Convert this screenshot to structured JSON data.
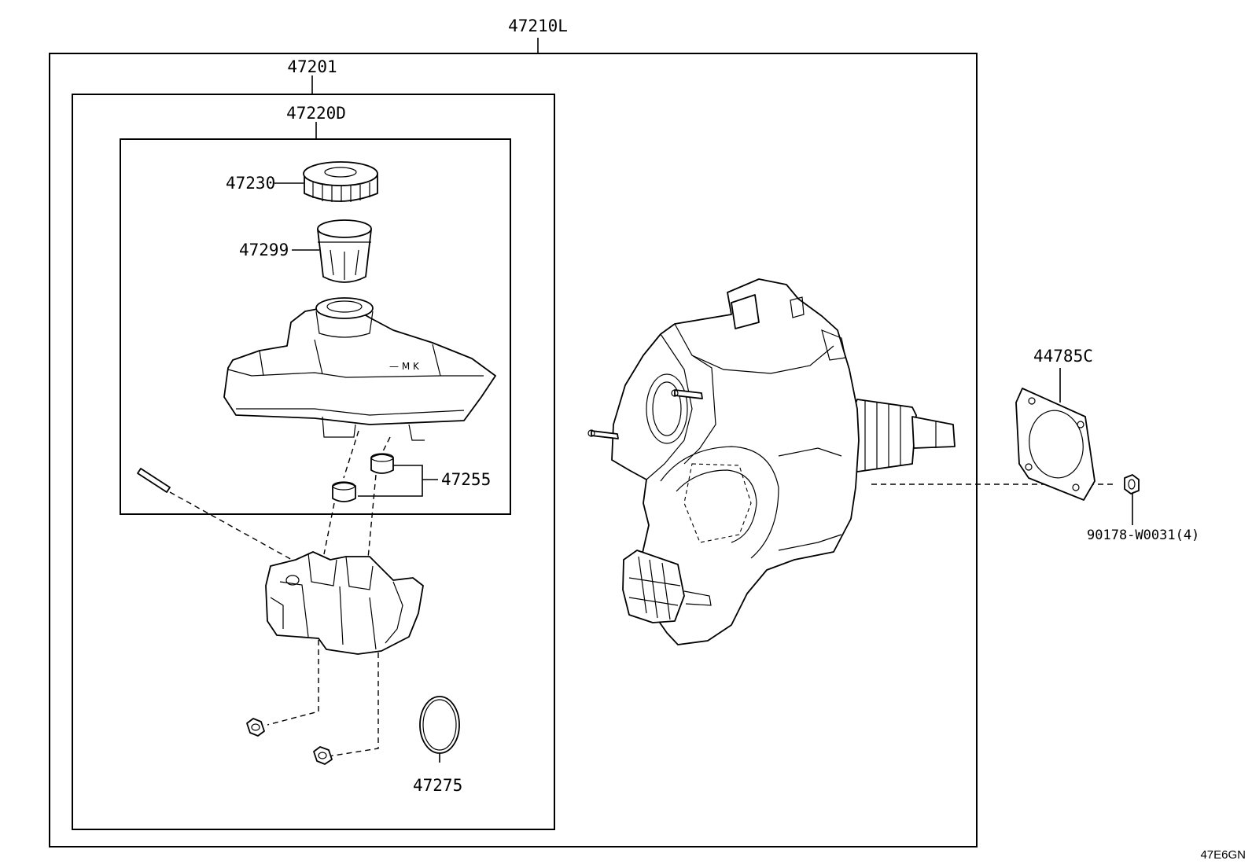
{
  "labels": {
    "assembly": "47210L",
    "master_cylinder": "47201",
    "reservoir": "47220D",
    "cap": "47230",
    "strainer": "47299",
    "grommet": "47255",
    "o_ring": "47275",
    "gasket": "44785C",
    "nut": "90178-W0031(4)",
    "figure_code": "47E6GN"
  },
  "icons": {
    "cap": "reservoir-cap-icon",
    "strainer": "strainer-icon",
    "reservoir": "reservoir-tank-icon",
    "master_cylinder": "master-cylinder-icon",
    "booster": "brake-booster-icon",
    "gasket": "gasket-icon"
  }
}
